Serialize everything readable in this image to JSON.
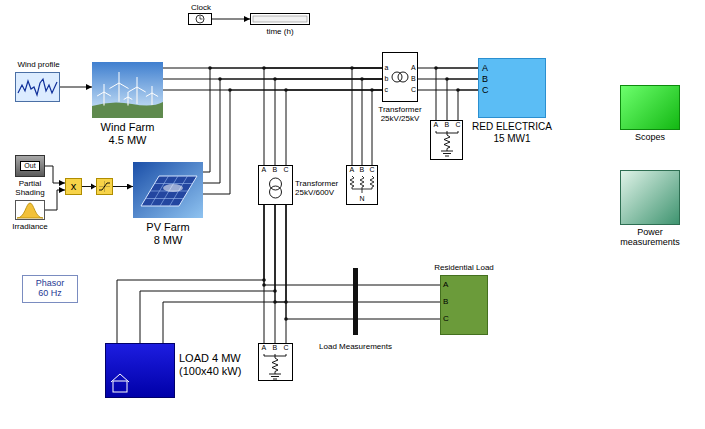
{
  "diagram": {
    "nodes": [
      {
        "text": [
          "Clock"
        ]
      },
      {
        "text": [
          "time (h)"
        ]
      },
      {
        "text": [
          "Wind profile"
        ]
      },
      {
        "text": [
          "Wind Farm 4.5 MW"
        ]
      },
      {
        "text": [
          "Transformer 25kV/25kV",
          "a",
          "b",
          "c",
          "A",
          "B",
          "C"
        ]
      },
      {
        "text": [
          "RED ELECTRICA 15 MW1",
          "A",
          "B",
          "C"
        ]
      },
      {
        "text": [
          "Scopes"
        ]
      },
      {
        "text": [
          "A",
          "B",
          "C"
        ]
      },
      {
        "text": [
          "Out",
          "Partial Shading"
        ]
      },
      {
        "text": [
          "x"
        ]
      },
      {
        "text": [
          "PV Farm 8 MW"
        ]
      },
      {
        "text": [
          "Transformer 25kV/600V",
          "A",
          "B",
          "C"
        ]
      },
      {
        "text": [
          "A",
          "B",
          "C",
          "N"
        ]
      },
      {
        "text": [
          "Power measurements"
        ]
      },
      {
        "text": [
          "Irradiance"
        ]
      },
      {
        "text": [
          "Phasor 60 Hz"
        ]
      },
      {
        "text": [
          "Residential Load",
          "A",
          "B",
          "C"
        ]
      },
      {
        "text": [
          "Load Measurements"
        ]
      },
      {
        "text": [
          "LOAD 4 MW (100x40 kW)"
        ]
      },
      {
        "text": [
          "A",
          "B",
          "C"
        ]
      }
    ],
    "edges": [
      {
        "from": 0,
        "to": 1,
        "arrow": "to"
      },
      {
        "from": 2,
        "to": 3,
        "arrow": "to"
      },
      {
        "from": 3,
        "to": 4,
        "arrow": "none"
      },
      {
        "from": 10,
        "to": 4,
        "arrow": "none"
      },
      {
        "from": 11,
        "to": 4,
        "arrow": "none"
      },
      {
        "from": 12,
        "to": 4,
        "arrow": "none"
      },
      {
        "from": 4,
        "to": 5,
        "arrow": "none"
      },
      {
        "from": 7,
        "to": 5,
        "arrow": "none"
      },
      {
        "from": 8,
        "to": 9,
        "arrow": "to"
      },
      {
        "from": 14,
        "to": 9,
        "arrow": "to"
      },
      {
        "from": 9,
        "to": 10,
        "arrow": "to"
      },
      {
        "from": 11,
        "to": 18,
        "arrow": "none"
      },
      {
        "from": 11,
        "to": 19,
        "arrow": "none"
      },
      {
        "from": 11,
        "to": 17,
        "arrow": "none"
      },
      {
        "from": 17,
        "to": 16,
        "arrow": "none"
      }
    ]
  }
}
